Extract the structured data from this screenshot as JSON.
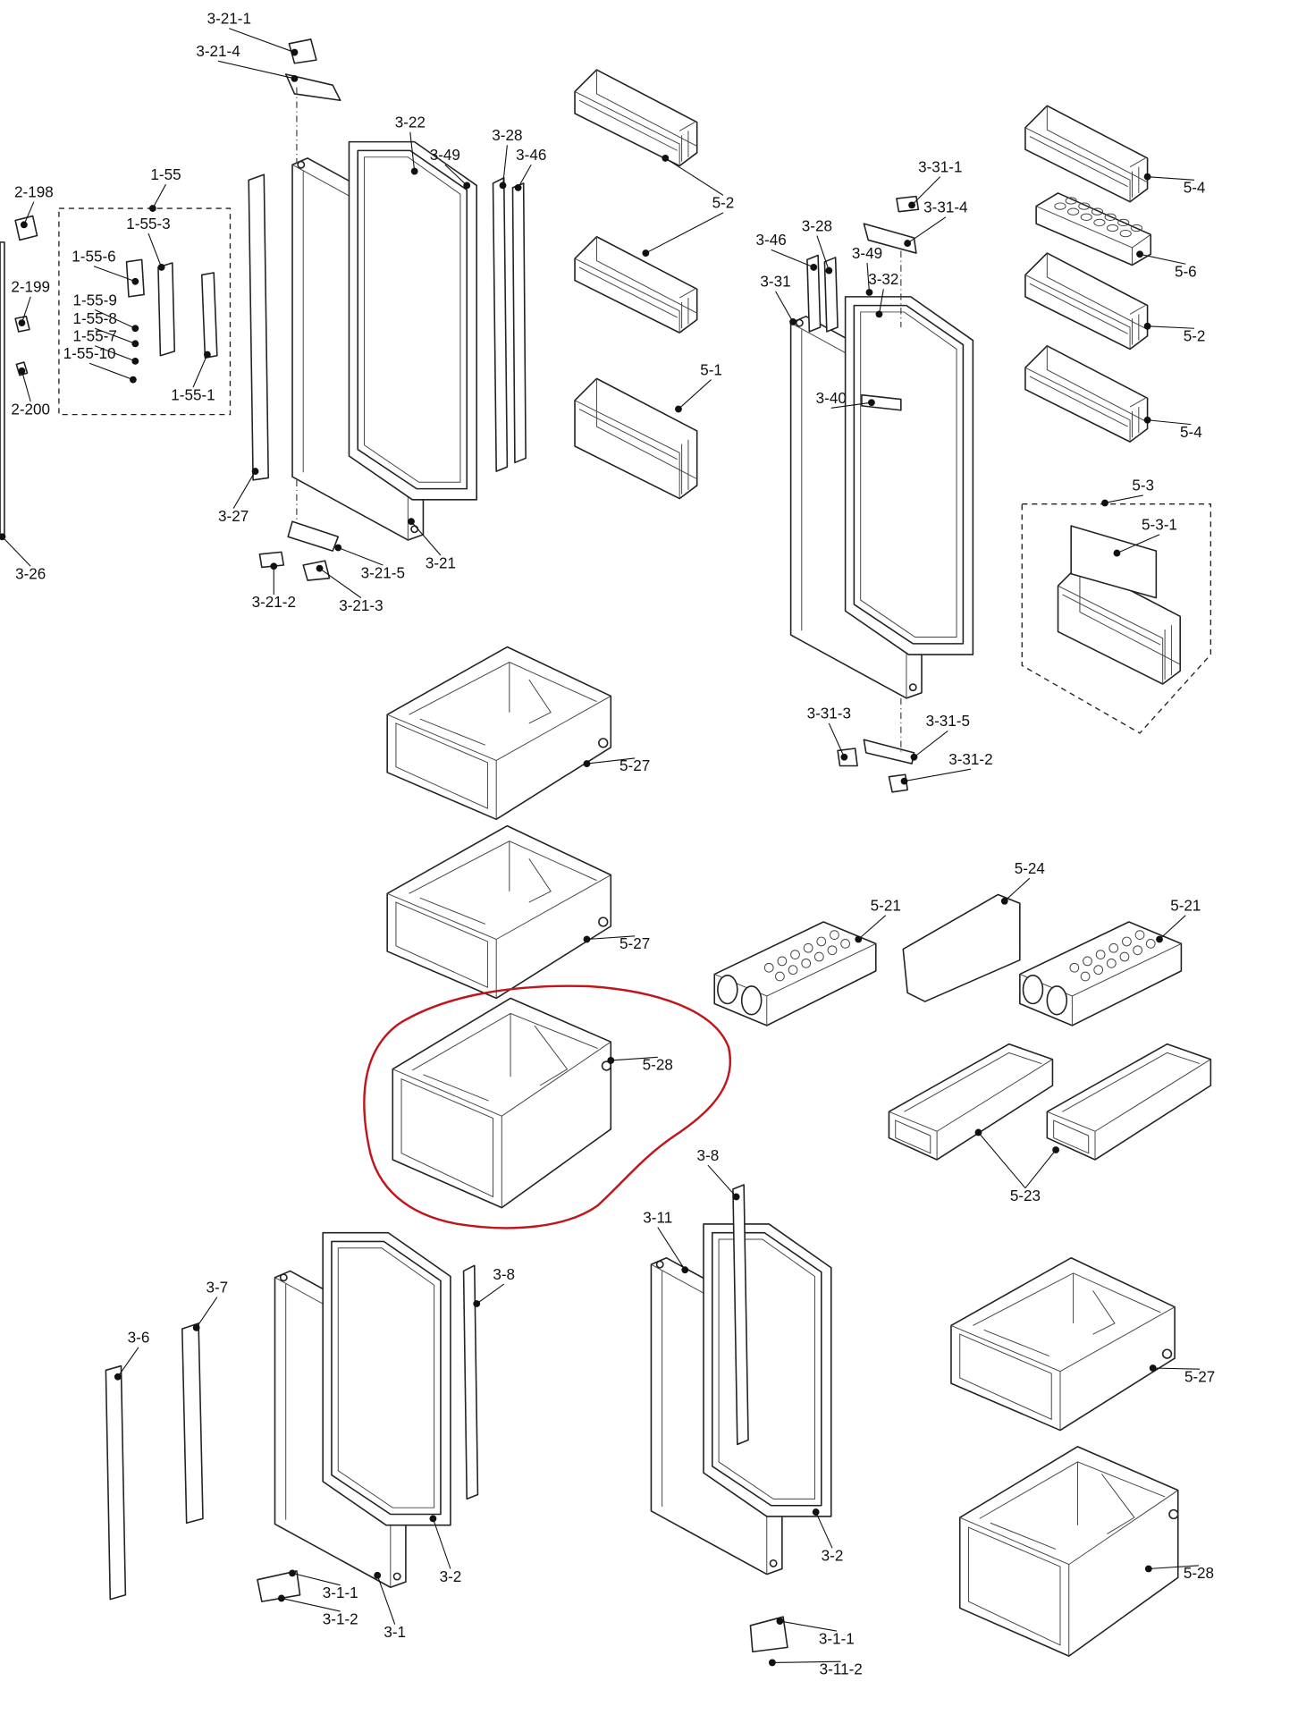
{
  "diagram": {
    "title": "Refrigerator door and drawer parts exploded view",
    "highlight_color": "#c0161b",
    "highlighted_part": "5-28",
    "labels": [
      "3-21-1",
      "3-21-4",
      "3-22",
      "3-49",
      "3-28",
      "3-46",
      "1-55",
      "2-198",
      "1-55-3",
      "1-55-6",
      "2-199",
      "1-55-9",
      "1-55-8",
      "1-55-7",
      "1-55-10",
      "1-55-1",
      "2-200",
      "3-27",
      "3-21",
      "3-21-5",
      "3-26",
      "3-21-2",
      "3-21-3",
      "5-2",
      "5-1",
      "3-31-1",
      "3-31-4",
      "3-46",
      "3-28",
      "3-49",
      "3-32",
      "3-31",
      "3-40",
      "5-4",
      "5-6",
      "5-2",
      "5-4",
      "5-3",
      "5-3-1",
      "3-31-3",
      "3-31-5",
      "3-31-2",
      "5-27",
      "5-24",
      "5-21",
      "5-21",
      "5-27",
      "5-28",
      "3-8",
      "3-11",
      "5-23",
      "3-7",
      "3-8",
      "3-6",
      "5-27",
      "3-2",
      "3-2",
      "3-1-1",
      "3-1-2",
      "3-1",
      "5-28",
      "3-1-1",
      "3-11-2"
    ]
  }
}
